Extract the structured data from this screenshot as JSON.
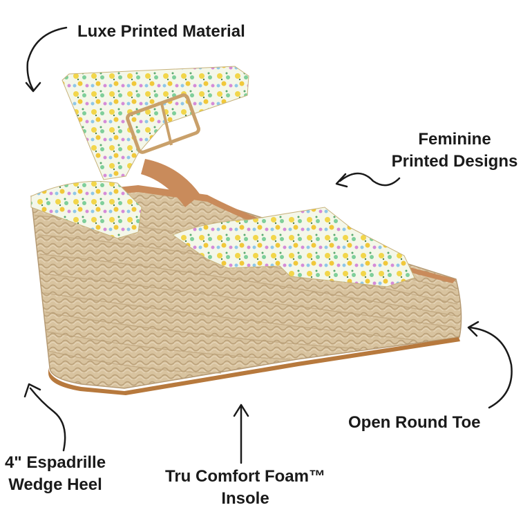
{
  "features": {
    "material": "Luxe Printed Material",
    "designs": [
      "Feminine",
      "Printed Designs"
    ],
    "toe": "Open Round Toe",
    "insole": [
      "Tru Comfort Foam™",
      "Insole"
    ],
    "heel": [
      "4\" Espadrille",
      "Wedge Heel"
    ]
  },
  "icons": {
    "arrows": [
      "curved-arrow-icon",
      "curved-arrow-icon",
      "curved-arrow-icon",
      "straight-up-arrow-icon",
      "curved-arrow-icon"
    ]
  },
  "colors": {
    "text": "#1a1a1a",
    "jute": "#d9c3a0",
    "print_yellow": "#f2d64b",
    "print_green": "#7fcf9a",
    "print_pink": "#d58bd8",
    "print_blue": "#8fc7e8",
    "sole": "#b7793d"
  }
}
